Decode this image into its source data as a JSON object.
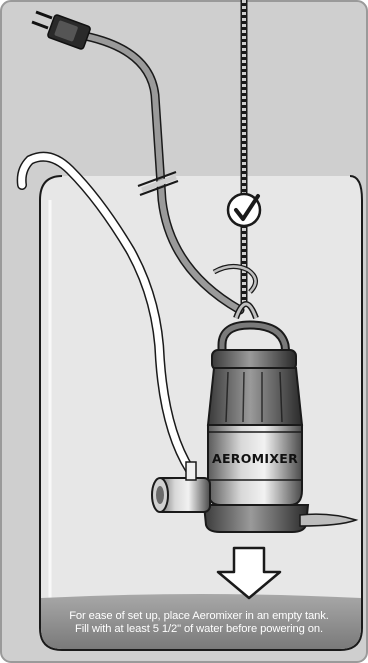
{
  "product": {
    "brand_label": "AEROMIXER"
  },
  "caption": {
    "line1": "For ease of set up, place Aeromixer in an empty tank.",
    "line2": "Fill with at least 5 1/2\" of water before powering on."
  },
  "icons": {
    "check": "checkmark-circle-icon",
    "arrow": "down-arrow-icon"
  },
  "colors": {
    "background": "#cfcfcf",
    "tank_water": "#8a8a8a",
    "cord": "#9a9a9a",
    "outline": "#1a1a1a"
  }
}
